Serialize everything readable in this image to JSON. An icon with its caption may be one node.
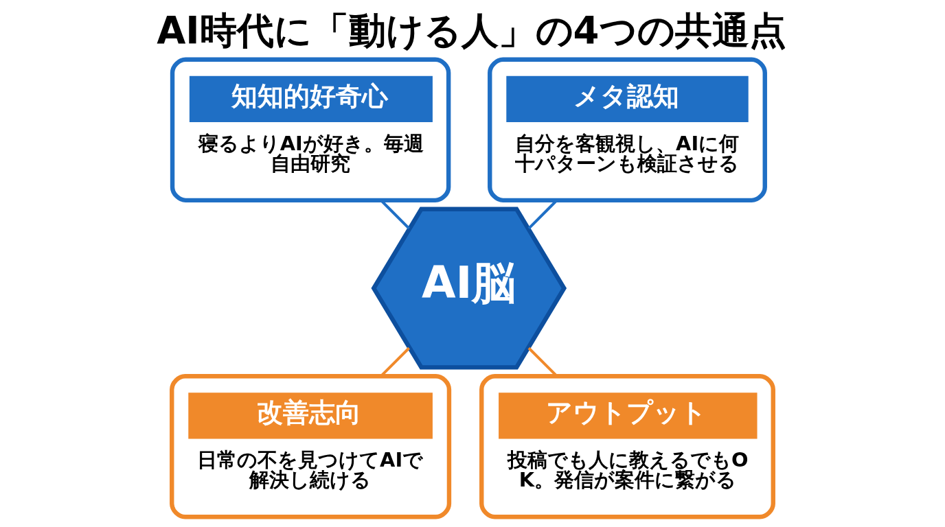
{
  "diagram": {
    "title": "AI時代に「動ける人」の4つの共通点",
    "nodes": [
      {
        "text": [
          "AI脳"
        ]
      },
      {
        "text": [
          "メタ認知",
          "自分を客観視し、AIに何十パターンも検証させる"
        ]
      },
      {
        "text": [
          "知知的好奇心",
          "寝るよりAIが好き。毎週自由研究"
        ]
      },
      {
        "text": [
          "改善志向",
          "日常の不を見つけてAIで解決し続ける"
        ]
      },
      {
        "text": [
          "アウトプット",
          "投稿でも人に教えるでもOK。発信が案件に繋がる"
        ]
      }
    ],
    "edges": [
      {
        "from": 0,
        "to": 1,
        "arrow": "none",
        "color": "#1f6fc5"
      },
      {
        "from": 0,
        "to": 2,
        "arrow": "none",
        "color": "#1f6fc5"
      },
      {
        "from": 0,
        "to": 3,
        "arrow": "none",
        "color": "#f0892a"
      },
      {
        "from": 0,
        "to": 4,
        "arrow": "none",
        "color": "#f0892a"
      }
    ]
  }
}
